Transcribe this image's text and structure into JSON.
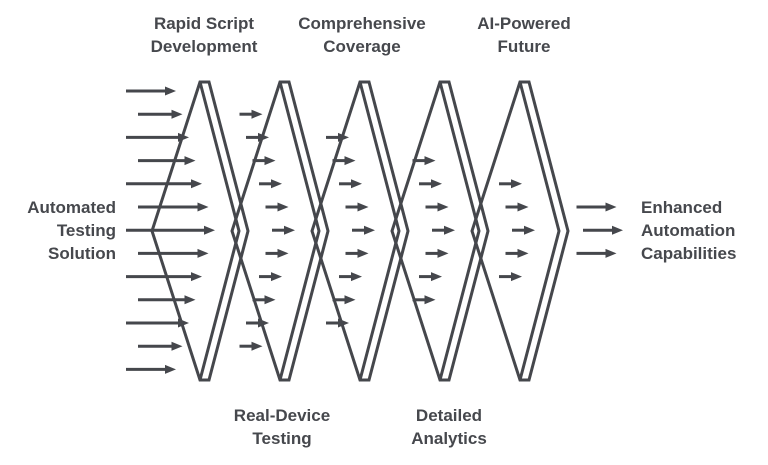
{
  "diagram": {
    "type": "filter-flow-funnel",
    "colors": {
      "line": "#45474c",
      "text": "#46484d",
      "background": "#ffffff"
    },
    "input": {
      "label": "Automated\nTesting\nSolution",
      "arrow_count": 13
    },
    "output": {
      "label": "Enhanced\nAutomation\nCapabilities",
      "arrow_count": 3
    },
    "stages": [
      {
        "name": "Rapid Script Development",
        "label": "Rapid Script\nDevelopment",
        "label_position": "top",
        "arrows_after": 11
      },
      {
        "name": "Real-Device Testing",
        "label": "Real-Device\nTesting",
        "label_position": "bottom",
        "arrows_after": 9
      },
      {
        "name": "Comprehensive Coverage",
        "label": "Comprehensive\nCoverage",
        "label_position": "top",
        "arrows_after": 7
      },
      {
        "name": "Detailed Analytics",
        "label": "Detailed\nAnalytics",
        "label_position": "bottom",
        "arrows_after": 5
      },
      {
        "name": "AI-Powered Future",
        "label": "AI-Powered\nFuture",
        "label_position": "top",
        "arrows_after": 3
      }
    ]
  }
}
